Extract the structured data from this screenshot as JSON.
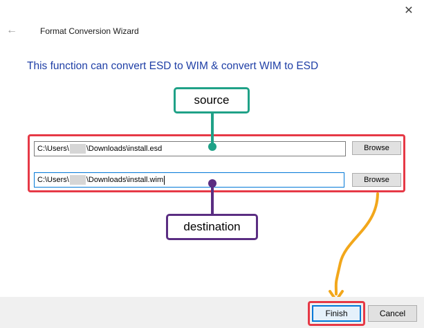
{
  "window": {
    "title": "Format Conversion Wizard",
    "close_glyph": "✕",
    "back_glyph": "←"
  },
  "heading": "This function can convert ESD to WIM & convert WIM to ESD",
  "source_row": {
    "path_prefix": "C:\\Users\\",
    "path_suffix": "\\Downloads\\install.esd",
    "browse_label": "Browse"
  },
  "destination_row": {
    "path_prefix": "C:\\Users\\",
    "path_suffix": "\\Downloads\\install.wim",
    "browse_label": "Browse"
  },
  "annotations": {
    "source_label": "source",
    "destination_label": "destination"
  },
  "footer": {
    "finish_label": "Finish",
    "cancel_label": "Cancel"
  },
  "colors": {
    "heading": "#1f3fa6",
    "highlight_red": "#e63946",
    "source_teal": "#1fa187",
    "destination_purple": "#5a2d82",
    "arrow_orange": "#f2a71b"
  }
}
